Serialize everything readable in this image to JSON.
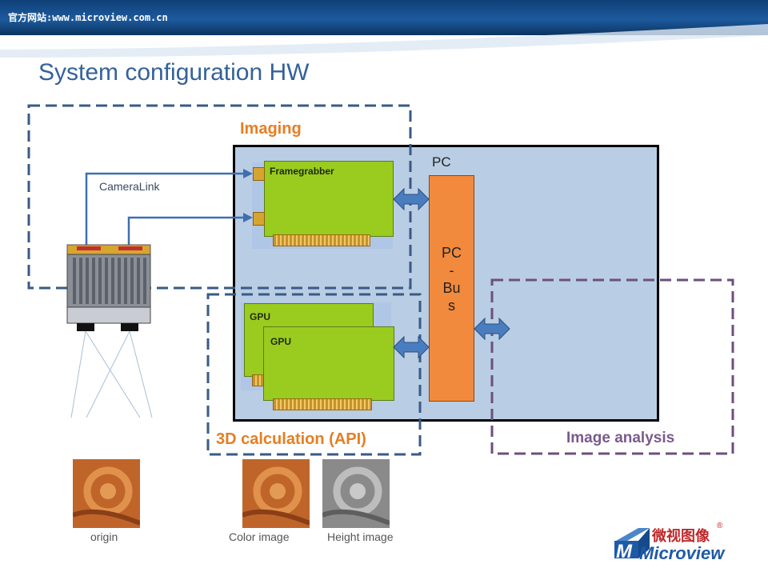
{
  "header": {
    "text": "官方网站:www.microview.com.cn"
  },
  "title": "System configuration HW",
  "labels": {
    "imaging": "Imaging",
    "camera_link": "CameraLink",
    "pc": "PC",
    "framegrabber": "Framegrabber",
    "gpu1": "GPU",
    "gpu2": "GPU",
    "pc_bus_lines": [
      "PC",
      "-",
      "Bu",
      "s"
    ],
    "calc_3d": "3D calculation (API)",
    "image_analysis": "Image analysis"
  },
  "thumbnails": {
    "origin": "origin",
    "color_image": "Color image",
    "height_image": "Height image"
  },
  "logo": {
    "chinese": "微视图像",
    "english": "Microview",
    "mark": "M",
    "registered": "®"
  },
  "colors": {
    "title": "#34629a",
    "imaging": "#e67e22",
    "calc_3d": "#e67e22",
    "image_analysis": "#7a5a8c",
    "imaging_dash": "#3a5a85",
    "analysis_dash": "#6b4f7e",
    "pc_fill": "#b9cde4",
    "card": "#9acb1f",
    "bus": "#f28a3e",
    "arrow": "#3f6fb0"
  }
}
